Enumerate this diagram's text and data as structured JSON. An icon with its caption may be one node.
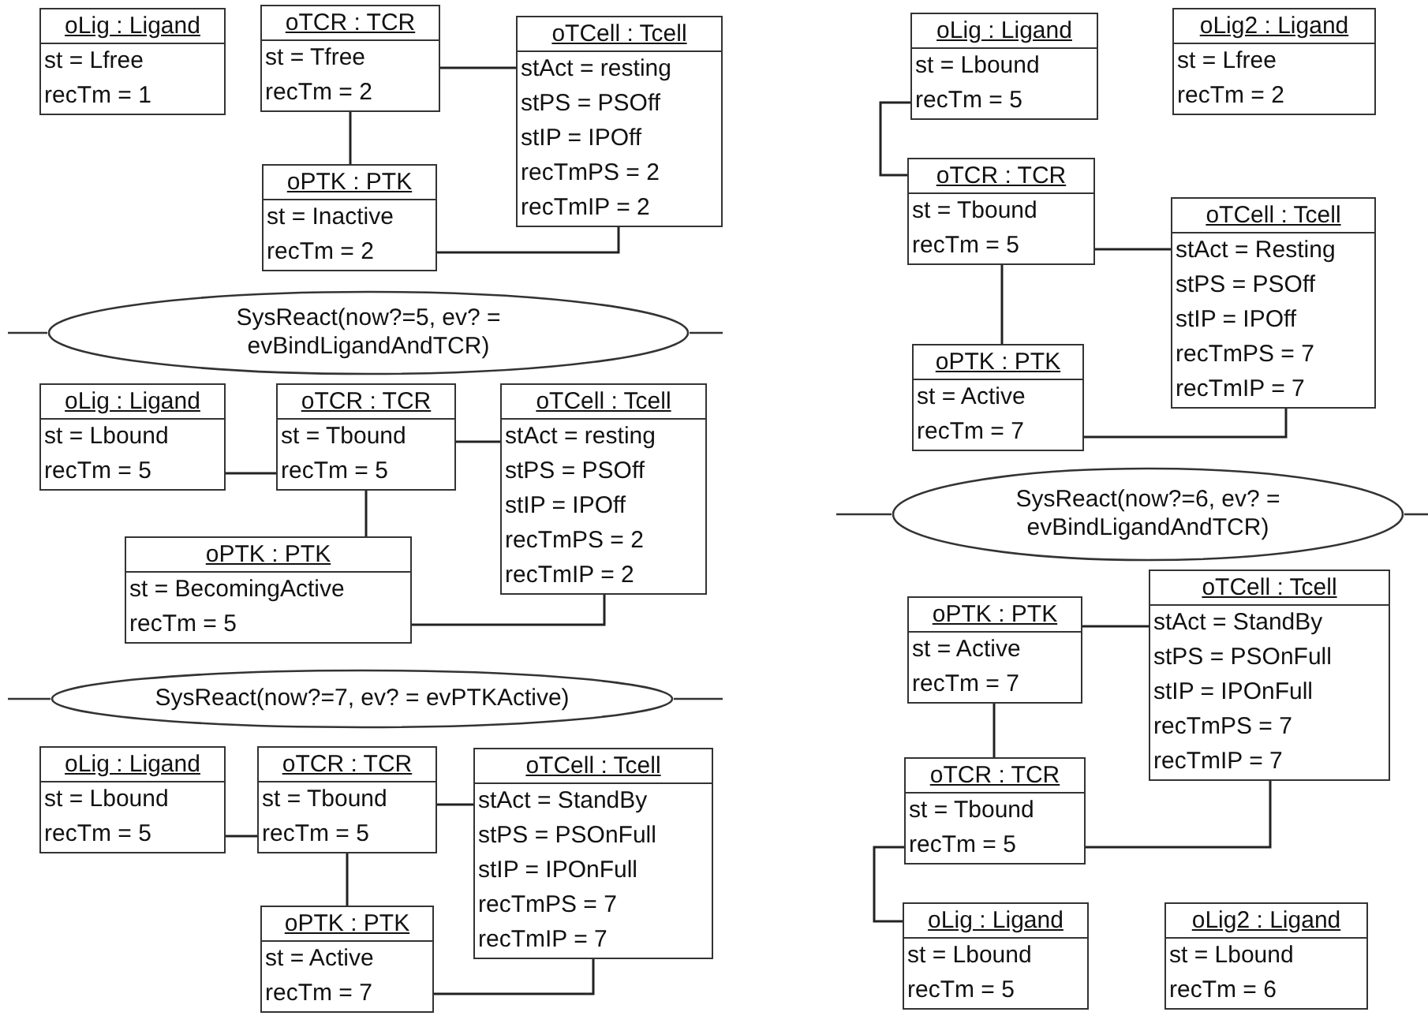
{
  "diagram": {
    "nodes": [
      {
        "text": [
          "oLig : Ligand",
          "st = Lfree",
          "recTm = 1"
        ]
      },
      {
        "text": [
          "oTCR : TCR",
          "st = Tfree",
          "recTm = 2"
        ]
      },
      {
        "text": [
          "oTCell : Tcell",
          "stAct = resting",
          "stPS = PSOff",
          "stIP = IPOff",
          "recTmPS = 2",
          "recTmIP = 2"
        ]
      },
      {
        "text": [
          "oPTK : PTK",
          "st = Inactive",
          "recTm = 2"
        ]
      },
      {
        "text": [
          "SysReact(now?=5, ev? = evBindLigandAndTCR)"
        ]
      },
      {
        "text": [
          "oLig : Ligand",
          "st = Lbound",
          "recTm = 5"
        ]
      },
      {
        "text": [
          "oTCR : TCR",
          "st = Tbound",
          "recTm = 5"
        ]
      },
      {
        "text": [
          "oTCell : Tcell",
          "stAct = resting",
          "stPS = PSOff",
          "stIP = IPOff",
          "recTmPS = 2",
          "recTmIP = 2"
        ]
      },
      {
        "text": [
          "oPTK : PTK",
          "st = BecomingActive",
          "recTm = 5"
        ]
      },
      {
        "text": [
          "SysReact(now?=7, ev? = evPTKActive)"
        ]
      },
      {
        "text": [
          "oLig : Ligand",
          "st = Lbound",
          "recTm = 5"
        ]
      },
      {
        "text": [
          "oTCR : TCR",
          "st = Tbound",
          "recTm = 5"
        ]
      },
      {
        "text": [
          "oTCell : Tcell",
          "stAct = StandBy",
          "stPS = PSOnFull",
          "stIP = IPOnFull",
          "recTmPS = 7",
          "recTmIP = 7"
        ]
      },
      {
        "text": [
          "oPTK : PTK",
          "st = Active",
          "recTm = 7"
        ]
      },
      {
        "text": [
          "oLig : Ligand",
          "st = Lbound",
          "recTm = 5"
        ]
      },
      {
        "text": [
          "oLig2 : Ligand",
          "st = Lfree",
          "recTm = 2"
        ]
      },
      {
        "text": [
          "oTCR : TCR",
          "st = Tbound",
          "recTm = 5"
        ]
      },
      {
        "text": [
          "oTCell : Tcell",
          "stAct = Resting",
          "stPS = PSOff",
          "stIP = IPOff",
          "recTmPS = 7",
          "recTmIP = 7"
        ]
      },
      {
        "text": [
          "oPTK : PTK",
          "st = Active",
          "recTm = 7"
        ]
      },
      {
        "text": [
          "SysReact(now?=6, ev? = evBindLigandAndTCR)"
        ]
      },
      {
        "text": [
          "oTCell : Tcell",
          "stAct = StandBy",
          "stPS = PSOnFull",
          "stIP = IPOnFull",
          "recTmPS = 7",
          "recTmIP = 7"
        ]
      },
      {
        "text": [
          "oPTK : PTK",
          "st = Active",
          "recTm = 7"
        ]
      },
      {
        "text": [
          "oTCR : TCR",
          "st = Tbound",
          "recTm = 5"
        ]
      },
      {
        "text": [
          "oLig : Ligand",
          "st = Lbound",
          "recTm = 5"
        ]
      },
      {
        "text": [
          "oLig2 : Ligand",
          "st = Lbound",
          "recTm = 6"
        ]
      }
    ],
    "edges": [
      {
        "from": 1,
        "to": 2,
        "arrow": "none"
      },
      {
        "from": 1,
        "to": 3,
        "arrow": "none"
      },
      {
        "from": 3,
        "to": 2,
        "arrow": "none"
      },
      {
        "from": 5,
        "to": 6,
        "arrow": "none"
      },
      {
        "from": 6,
        "to": 7,
        "arrow": "none"
      },
      {
        "from": 6,
        "to": 8,
        "arrow": "none"
      },
      {
        "from": 8,
        "to": 7,
        "arrow": "none"
      },
      {
        "from": 10,
        "to": 11,
        "arrow": "none"
      },
      {
        "from": 11,
        "to": 12,
        "arrow": "none"
      },
      {
        "from": 11,
        "to": 13,
        "arrow": "none"
      },
      {
        "from": 13,
        "to": 12,
        "arrow": "none"
      },
      {
        "from": 14,
        "to": 16,
        "arrow": "none"
      },
      {
        "from": 16,
        "to": 17,
        "arrow": "none"
      },
      {
        "from": 16,
        "to": 18,
        "arrow": "none"
      },
      {
        "from": 18,
        "to": 17,
        "arrow": "none"
      },
      {
        "from": 21,
        "to": 20,
        "arrow": "none"
      },
      {
        "from": 21,
        "to": 22,
        "arrow": "none"
      },
      {
        "from": 22,
        "to": 20,
        "arrow": "none"
      },
      {
        "from": 22,
        "to": 23,
        "arrow": "none"
      }
    ]
  }
}
